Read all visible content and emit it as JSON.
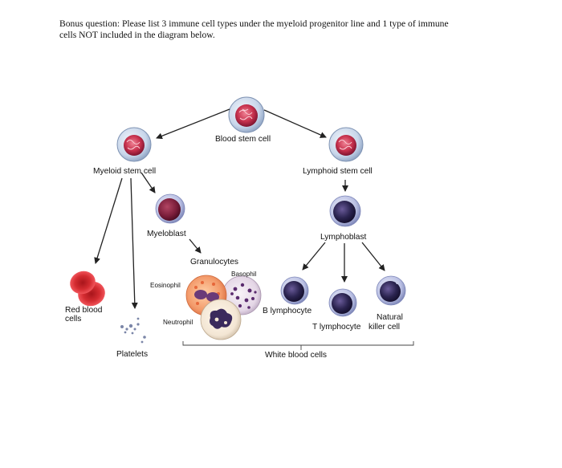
{
  "question": {
    "line1": "Bonus question: Please list 3 immune cell types under the myeloid progenitor line and 1 type of immune",
    "line2": "cells NOT included in the diagram below."
  },
  "diagram": {
    "blood_stem_cell": "Blood stem cell",
    "myeloid_stem_cell": "Myeloid stem cell",
    "lymphoid_stem_cell": "Lymphoid stem cell",
    "myeloblast": "Myeloblast",
    "lymphoblast": "Lymphoblast",
    "granulocytes": "Granulocytes",
    "basophil": "Basophil",
    "eosinophil": "Eosinophil",
    "neutrophil": "Neutrophil",
    "red_blood_cells_1": "Red blood",
    "red_blood_cells_2": "cells",
    "platelets": "Platelets",
    "b_lymphocyte": "B lymphocyte",
    "t_lymphocyte": "T lymphocyte",
    "natural_killer_1": "Natural",
    "natural_killer_2": "killer cell",
    "white_blood_cells": "White blood cells"
  },
  "colors": {
    "stem_cell_outer": "#c8d6ea",
    "stem_cell_inner": "#c6314d",
    "blast_outer": "#b9bfe3",
    "blast_nucleus": "#7a1d3a",
    "red_blood_cell": "#d42c31",
    "lymphocyte_nucleus": "#2b2450",
    "arrow": "#222222"
  }
}
